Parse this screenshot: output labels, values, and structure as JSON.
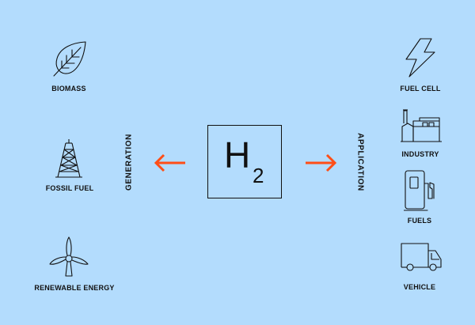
{
  "colors": {
    "background": "#b3dcfd",
    "ink": "#111111",
    "arrow": "#ff4e17"
  },
  "center": {
    "symbol": "H",
    "subscript": "2"
  },
  "generation": {
    "title": "GENERATION",
    "sources": [
      {
        "label": "BIOMASS",
        "icon": "leaf-icon"
      },
      {
        "label": "FOSSIL FUEL",
        "icon": "oil-derrick-icon"
      },
      {
        "label": "RENEWABLE ENERGY",
        "icon": "wind-turbine-icon"
      }
    ]
  },
  "application": {
    "title": "APPLICATION",
    "uses": [
      {
        "label": "FUEL CELL",
        "icon": "lightning-bolt-icon"
      },
      {
        "label": "INDUSTRY",
        "icon": "factory-icon"
      },
      {
        "label": "FUELS",
        "icon": "fuel-pump-icon"
      },
      {
        "label": "VEHICLE",
        "icon": "truck-icon"
      }
    ]
  }
}
